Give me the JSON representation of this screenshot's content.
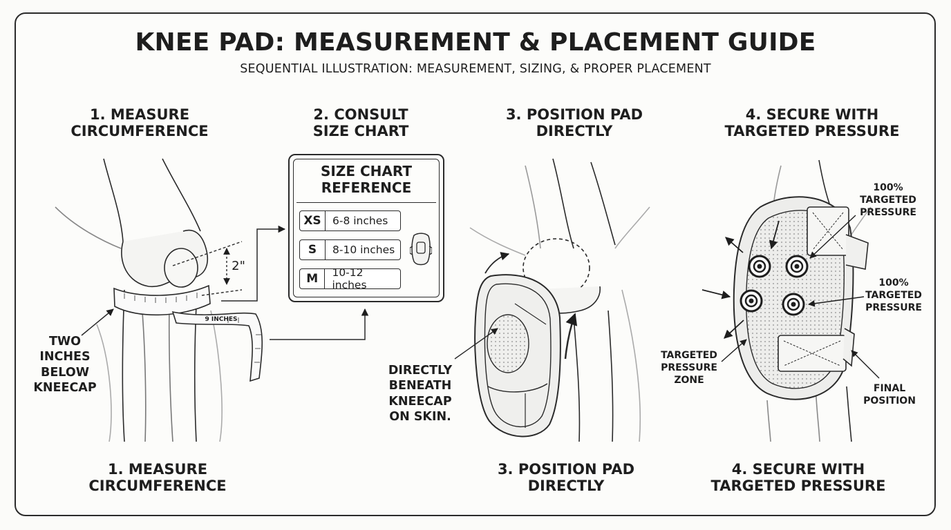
{
  "title": "KNEE PAD: MEASUREMENT & PLACEMENT GUIDE",
  "subtitle": "SEQUENTIAL ILLUSTRATION: MEASUREMENT, SIZING, & PROPER PLACEMENT",
  "steps": [
    {
      "top_line1": "1. MEASURE",
      "top_line2": "CIRCUMFERENCE",
      "bottom_line1": "1. MEASURE",
      "bottom_line2": "CIRCUMFERENCE"
    },
    {
      "top_line1": "2. CONSULT",
      "top_line2": "SIZE CHART"
    },
    {
      "top_line1": "3. POSITION PAD",
      "top_line2": "DIRECTLY",
      "bottom_line1": "3. POSITION PAD",
      "bottom_line2": "DIRECTLY"
    },
    {
      "top_line1": "4. SECURE WITH",
      "top_line2": "TARGETED PRESSURE",
      "bottom_line1": "4. SECURE WITH",
      "bottom_line2": "TARGETED PRESSURE"
    }
  ],
  "measure": {
    "offset_label": "2\"",
    "tape_label": "9 INCHES",
    "callout": [
      "TWO",
      "INCHES",
      "BELOW",
      "KNEECAP"
    ]
  },
  "size_chart": {
    "title_line1": "SIZE CHART",
    "title_line2": "REFERENCE",
    "rows": [
      {
        "size": "XS",
        "range": "6-8 inches"
      },
      {
        "size": "S",
        "range": "8-10 inches"
      },
      {
        "size": "M",
        "range": "10-12 inches"
      }
    ]
  },
  "position": {
    "callout": [
      "DIRECTLY",
      "BENEATH",
      "KNEECAP",
      "ON SKIN."
    ]
  },
  "secure": {
    "callout_top": [
      "100%",
      "TARGETED",
      "PRESSURE"
    ],
    "callout_mid": [
      "100%",
      "TARGETED",
      "PRESSURE"
    ],
    "callout_zone": [
      "TARGETED",
      "PRESSURE",
      "ZONE"
    ],
    "callout_final": [
      "FINAL",
      "POSITION"
    ]
  }
}
